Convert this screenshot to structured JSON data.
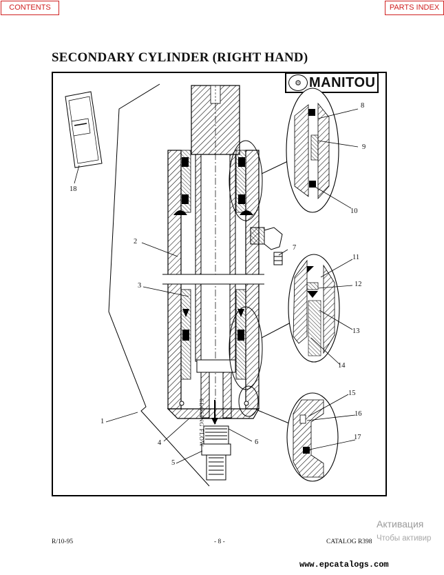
{
  "nav": {
    "contents": "CONTENTS",
    "parts_index": "PARTS INDEX"
  },
  "page_title": "SECONDARY CYLINDER (RIGHT HAND)",
  "logo": {
    "brand": "MANITOU"
  },
  "drawing": {
    "flow_label": "CLOSING FLOW",
    "callouts": [
      "1",
      "2",
      "3",
      "4",
      "5",
      "6",
      "7",
      "8",
      "9",
      "10",
      "11",
      "12",
      "13",
      "14",
      "15",
      "16",
      "17",
      "18"
    ]
  },
  "footer": {
    "date": "R/10-95",
    "page": "- 8 -",
    "catalog": "CATALOG R398"
  },
  "watermark": {
    "line1": "Активация",
    "line2": "Чтобы активир"
  },
  "site": "www.epcatalogs.com"
}
